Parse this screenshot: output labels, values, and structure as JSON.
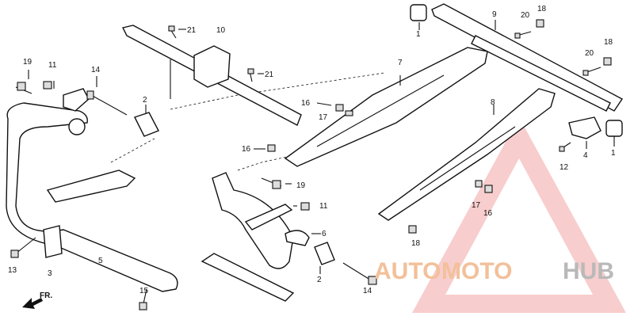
{
  "callouts": [
    "1",
    "2",
    "3",
    "4",
    "5",
    "6",
    "7",
    "8",
    "9",
    "10",
    "11",
    "12",
    "13",
    "14",
    "15",
    "16",
    "17",
    "18",
    "19",
    "20",
    "21"
  ],
  "front_label": "FR.",
  "watermark": {
    "part1": "AUTO",
    "part2": "MOTO",
    "part3": "HUB",
    "color_orange": "#f2c09a",
    "color_grey": "#b9b9b9",
    "color_triangle": "#f3a4a4"
  },
  "icons": [
    "front-arrow-icon",
    "watermark-triangle-icon"
  ]
}
